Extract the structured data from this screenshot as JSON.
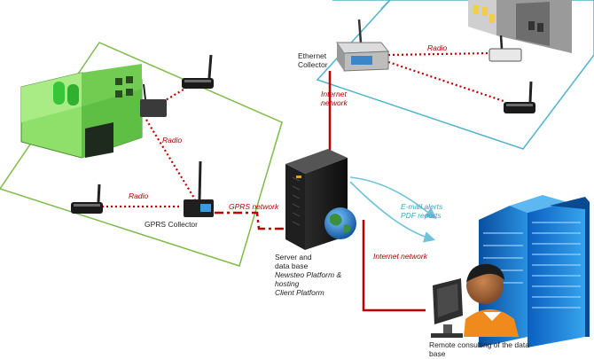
{
  "labels": {
    "ethernet_collector_1": "Ethernet",
    "ethernet_collector_2": "Collector",
    "radio_top": "Radio",
    "internet_network_top_1": "Internet",
    "internet_network_top_2": "network",
    "radio_left_vertical": "Radio",
    "radio_left_horizontal": "Radio",
    "gprs_collector": "GPRS Collector",
    "gprs_network": "GPRS network",
    "email_alerts": "E-mail alerts",
    "pdf_reports": "PDF reports",
    "internet_network_bottom": "Internet network",
    "server_1": "Server and",
    "server_2": "data base",
    "server_3": "Newsteo Platform &",
    "server_4": "hosting",
    "server_5": "Client Platform",
    "remote_1": "Remote consulting of the data",
    "remote_2": "base"
  },
  "colors": {
    "zone_left": "#7dbb4a",
    "zone_right": "#4fb3cc",
    "radio_link": "#c00000",
    "internet_link": "#c00000",
    "email_arrow": "#6ec3d8",
    "factory_green": "#7bd35b",
    "building_blue": "#1d7fd6"
  }
}
